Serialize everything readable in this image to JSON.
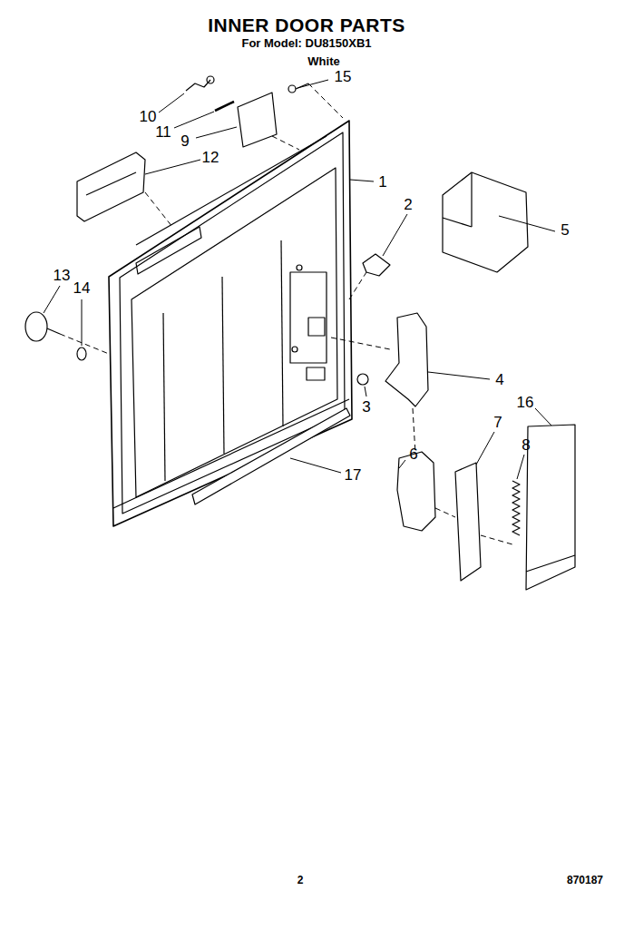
{
  "diagram": {
    "title": "INNER DOOR PARTS",
    "labels": [
      "For Model: DU8150XB1",
      "White",
      "15",
      "10",
      "11",
      "9",
      "12",
      "1",
      "2",
      "5",
      "13",
      "14",
      "4",
      "3",
      "16",
      "7",
      "8",
      "6",
      "17",
      "2",
      "870187"
    ]
  }
}
